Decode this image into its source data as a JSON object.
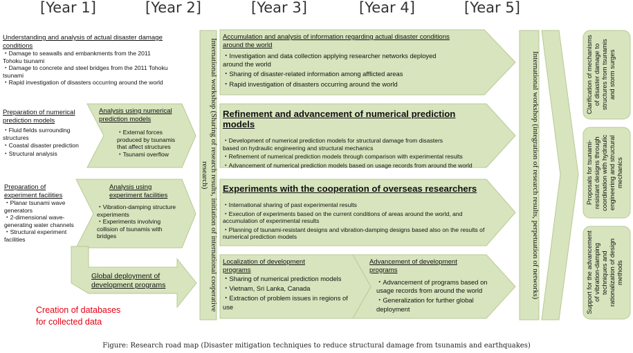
{
  "years": [
    "[Year 1]",
    "[Year 2]",
    "[Year 3]",
    "[Year 4]",
    "[Year 5]"
  ],
  "colors": {
    "fill": "#d7e4bd",
    "stroke": "#b7c996",
    "red_text": "#e60012"
  },
  "left": {
    "understanding": {
      "heading": "Understanding and analysis of actual disaster damage conditions",
      "items": [
        "・Damage to seawalls and embankments from the 2011 Tohoku tsunami",
        "・Damage to concrete and steel bridges from the 2011 Tohoku tsunami",
        "・Rapid investigation of disasters occurring around the world"
      ]
    },
    "prep_numerical": {
      "heading": "Preparation of numerical prediction models",
      "items": [
        "・Fluid fields surrounding structures",
        "・Coastal disaster prediction",
        "・Structural analysis"
      ]
    },
    "analysis_numerical": {
      "heading": "Analysis using numerical prediction models",
      "items": [
        "・External forces produced by tsunamis that affect structures",
        "・Tsunami overflow"
      ]
    },
    "prep_experiment": {
      "heading": "Preparation of experiment facilities",
      "items": [
        "・Planar tsunami wave generators",
        "・2-dimensional wave-generating water channels",
        "・Structural experiment facilities"
      ]
    },
    "analysis_experiment": {
      "heading": "Analysis using experiment facilities",
      "items": [
        "・Vibration-damping structure experiments",
        "・Experiments involving collision of tsunamis with bridges"
      ]
    },
    "global_deployment": "Global deployment of development programs",
    "creation_databases": "Creation of databases for collected data"
  },
  "workshop_1": "International workshop (Sharing of research results, initiation of international cooperative research)",
  "workshop_2": "International workshop (integration of research results, perpetuation of networks)",
  "middle": {
    "accumulation": {
      "heading": "Accumulation and analysis of information regarding actual disaster conditions around the world",
      "items": [
        "・Investigation and data collection applying researcher networks deployed around the world",
        "・Sharing of disaster-related information among afflicted areas",
        "・Rapid investigation of disasters occurring around the world"
      ]
    },
    "refinement": {
      "heading": "Refinement and advancement of numerical prediction models",
      "items": [
        "・Development of numerical prediction models for structural damage from disasters based on hydraulic engineering and structural mechanics",
        "・Refinement of numerical prediction models through comparison with experimental results",
        "・Advancement of numerical prediction models based on usage records from around the world"
      ]
    },
    "experiments": {
      "heading": "Experiments with the cooperation of overseas researchers",
      "items": [
        "・International sharing of past experimental results",
        "・Execution of experiments based on the current conditions of areas around the world, and accumulation of experimental results",
        "・Planning of tsunami-resistant designs and vibration-damping designs based also on the results of numerical prediction models"
      ]
    },
    "localization": {
      "heading": "Localization of development programs",
      "items": [
        "・Sharing of numerical prediction models",
        "・Vietnam, Sri Lanka, Canada",
        "・Extraction of problem issues in regions of use"
      ]
    },
    "advancement": {
      "heading": "Advancement of development programs",
      "items": [
        "・Advancement of programs based on usage records from around the world",
        "・Generalization for further global deployment"
      ]
    }
  },
  "outcomes": [
    "Clarification of mechanisms of disaster damage to structures from tsunamis and storm surges",
    "Proposals for tsunami-resistant designs through coordination with hydraulic engineering and structural mechanics",
    "Support for the advancement of vibration-damping techniques and rationalization of design methods"
  ],
  "caption": "Figure: Research road map (Disaster mitigation techniques to reduce structural damage from tsunamis and earthquakes)"
}
